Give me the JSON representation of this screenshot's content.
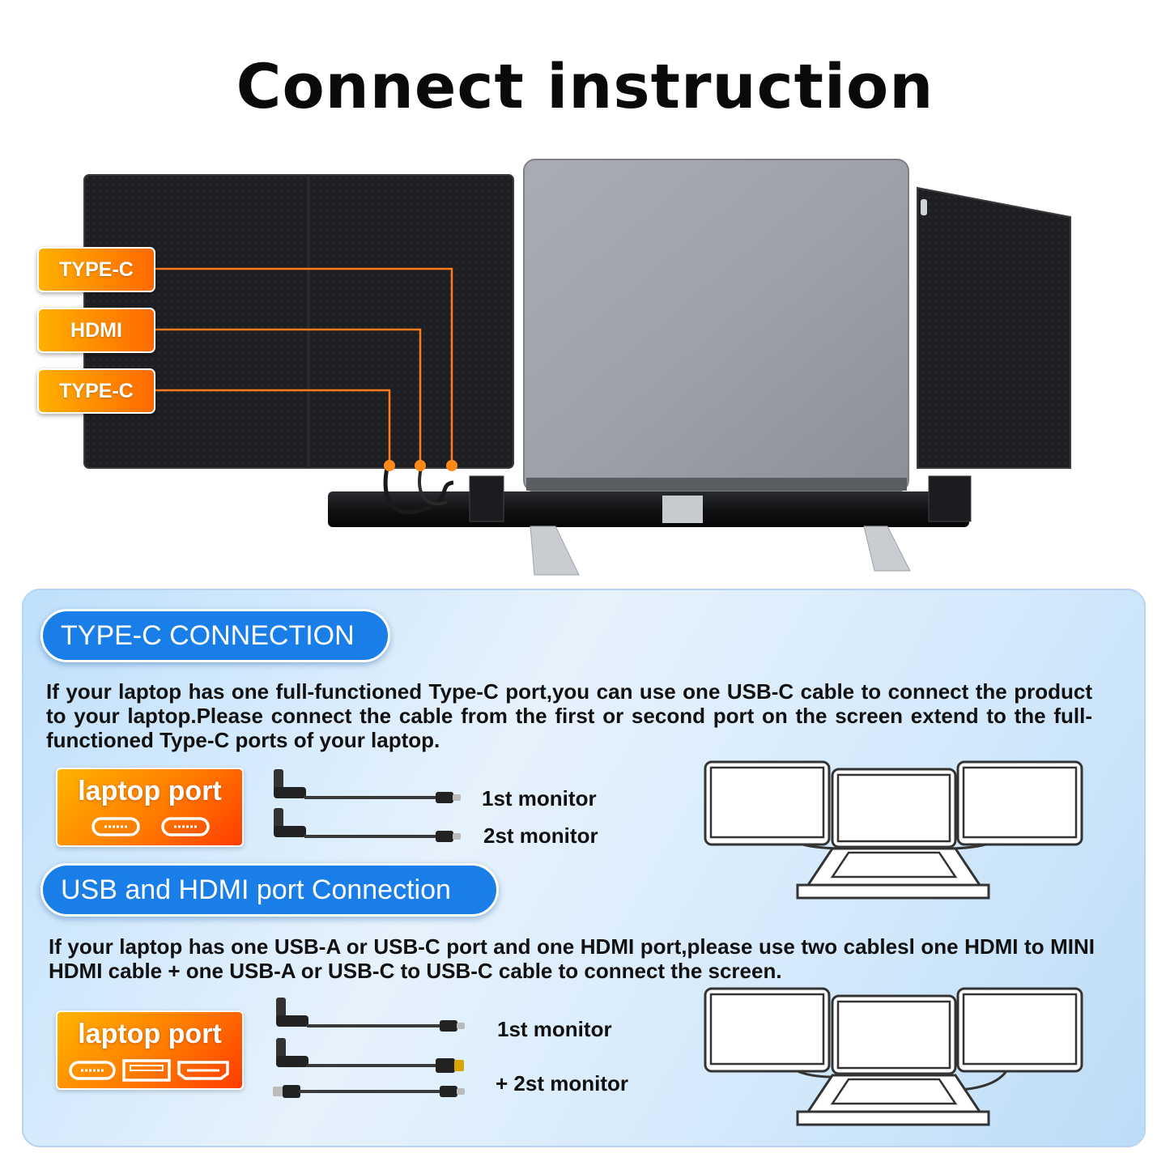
{
  "title": "Connect instruction",
  "hero": {
    "port_labels": [
      "TYPE-C",
      "HDMI",
      "TYPE-C"
    ]
  },
  "typec": {
    "heading": "TYPE-C CONNECTION",
    "description": "If your laptop has one full-functioned Type-C port,you can use one USB-C cable to connect the product to your laptop.Please connect the cable from the first or second port on the screen extend to the full-functioned Type-C ports of your laptop.",
    "laptop_port_label": "laptop port",
    "laptop_port_icons": [
      "usb-c-port-icon",
      "usb-c-port-icon"
    ],
    "monitor_1": "1st monitor",
    "monitor_2": "2st monitor"
  },
  "usbhdmi": {
    "heading": "USB and HDMI port Connection",
    "description": "If your laptop has one USB-A or USB-C port and one HDMI port,please use two cablesl one HDMI to MINI HDMI cable + one USB-A or USB-C to USB-C cable to connect the screen.",
    "laptop_port_label": "laptop port",
    "laptop_port_icons": [
      "usb-c-port-icon",
      "usb-a-port-icon",
      "hdmi-port-icon"
    ],
    "monitor_1": "1st monitor",
    "monitor_2": "+ 2st monitor"
  },
  "colors": {
    "accent_orange": "#ff7a00",
    "accent_blue": "#1a7ee8",
    "panel_blue": "#d4e9fb"
  }
}
